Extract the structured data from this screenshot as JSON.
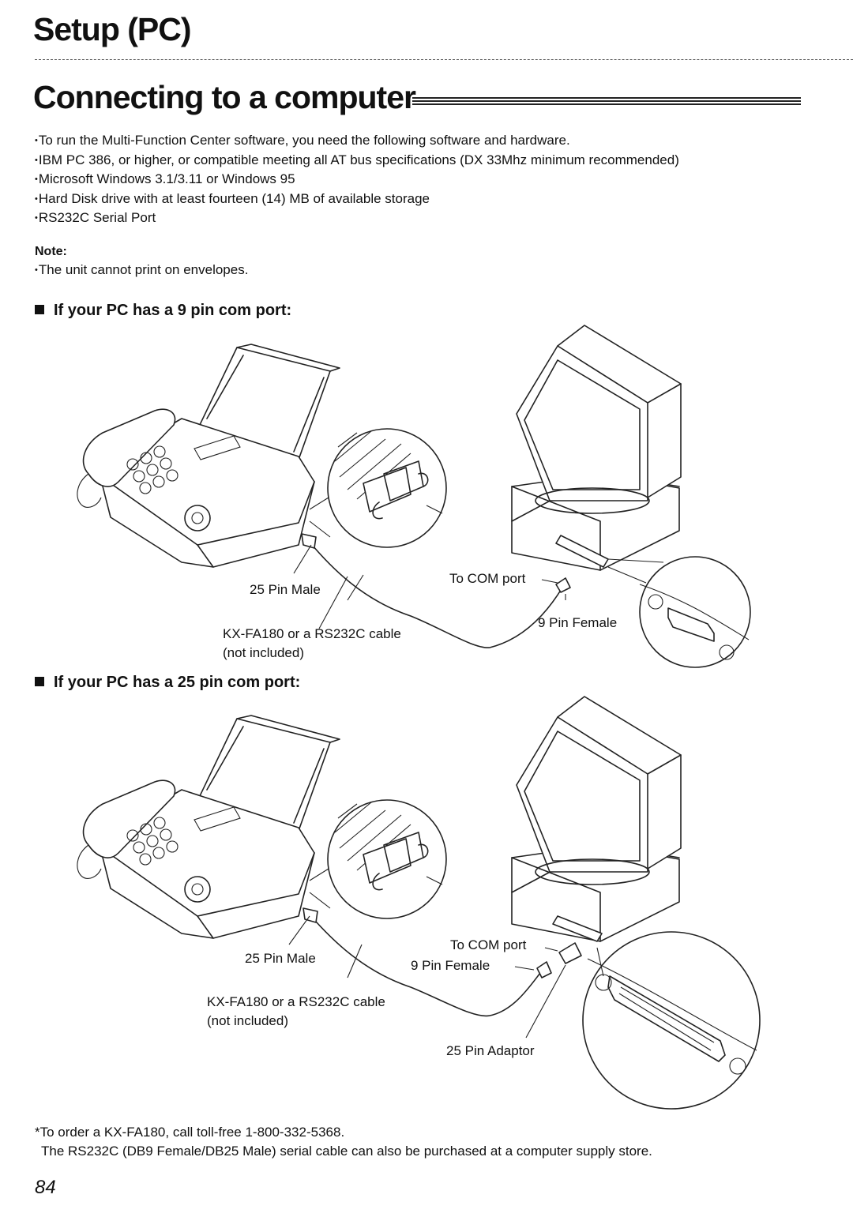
{
  "page": {
    "section": "Setup (PC)",
    "title": "Connecting to a computer",
    "requirements": [
      "To run the Multi-Function Center software, you need the following software and hardware.",
      "IBM PC 386, or higher, or compatible meeting all AT bus specifications (DX 33Mhz minimum recommended)",
      "Microsoft Windows 3.1/3.11 or Windows 95",
      "Hard Disk drive with at least fourteen (14) MB of available storage",
      "RS232C Serial Port"
    ],
    "note_heading": "Note:",
    "note_text": "The unit cannot print on envelopes.",
    "page_number": "84"
  },
  "diagram9": {
    "heading": "If your PC has a 9 pin com port:",
    "label_25pin_male": "25 Pin Male",
    "label_com_port": "To COM port",
    "label_9pin_female": "9 Pin Female",
    "label_cable_1": "KX-FA180 or a RS232C cable",
    "label_cable_2": "(not included)"
  },
  "diagram25": {
    "heading": "If your PC has a 25 pin com port:",
    "label_25pin_male": "25 Pin Male",
    "label_com_port": "To COM port",
    "label_9pin_female": "9 Pin Female",
    "label_cable_1": "KX-FA180 or a RS232C cable",
    "label_cable_2": "(not included)",
    "label_adaptor": "25 Pin Adaptor"
  },
  "footer": {
    "order_note": "*To order a KX-FA180, call toll-free 1-800-332-5368.",
    "store_note": "The RS232C (DB9 Female/DB25 Male) serial cable can also be purchased at a computer supply store."
  },
  "icons": {
    "bullet": "•",
    "section_marker": "square-bullet-icon"
  }
}
